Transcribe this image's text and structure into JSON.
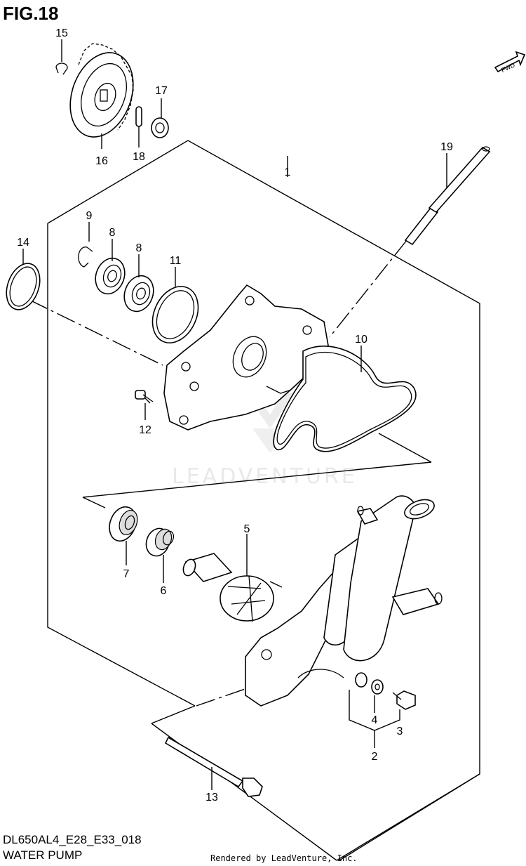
{
  "figure": {
    "title": "FIG.18",
    "model_code": "DL650AL4_E28_E33_018",
    "name": "WATER PUMP",
    "rendered_by": "Rendered by LeadVenture, Inc.",
    "watermark": "LEADVENTURE",
    "fwd_label": "FWD"
  },
  "callouts": [
    "1",
    "2",
    "3",
    "4",
    "5",
    "6",
    "7",
    "8",
    "8",
    "9",
    "10",
    "11",
    "12",
    "13",
    "14",
    "15",
    "16",
    "17",
    "18",
    "19"
  ]
}
